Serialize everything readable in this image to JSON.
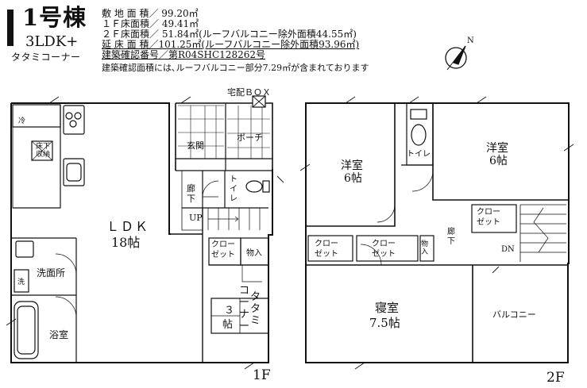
{
  "header": {
    "building": "1号棟",
    "layout": "3LDK+",
    "subtitle": "タタミコーナー",
    "site_area": "敷 地 面 積／  99.20㎡",
    "floor1_area": "１Ｆ床面積／  49.41㎡",
    "floor2_area": "２Ｆ床面積／  51.84㎡(ルーフバルコニー除外面積44.55㎡)",
    "total_area": "延 床 面 積／101.25㎡(ルーフバルコニー除外面積93.96㎡)",
    "permit": "建築確認番号／第R04SHC128262号",
    "note": "建築確認面積には､ルーフバルコニー部分7.29㎡が含まれております"
  },
  "compass": {
    "label": "N"
  },
  "floor1": {
    "floor_label": "1F",
    "delivery_box": "宅配ＢＯＸ",
    "ldk": "ＬＤＫ",
    "ldk_size": "18帖",
    "entrance": "玄関",
    "porch": "ポーチ",
    "hall_a": "廊",
    "hall_b": "下",
    "toilet_a": "ト",
    "toilet_b": "イ",
    "toilet_c": "レ",
    "up": "UP",
    "closet_a": "クロー",
    "closet_b": "ゼット",
    "storage": "物入",
    "washroom": "洗面所",
    "bath": "浴室",
    "tatami_v1": "コ",
    "tatami_v2": "ー",
    "tatami_v3": "ナ",
    "tatami_v4": "ー",
    "tatami_t1": "タ",
    "tatami_t2": "タ",
    "tatami_t3": "ミ",
    "tatami_size_a": "３",
    "tatami_size_b": "帖",
    "fridge": "冷",
    "underfloor_a": "床下",
    "underfloor_b": "収納",
    "washer": "洗"
  },
  "floor2": {
    "floor_label": "2F",
    "western1": "洋室",
    "western1_size": "6帖",
    "western2": "洋室",
    "western2_size": "6帖",
    "toilet": "トイレ",
    "hall_a": "廊",
    "hall_b": "下",
    "closet_a": "クロー",
    "closet_b": "ゼット",
    "storage": "物入",
    "dn": "DN",
    "bedroom": "寝室",
    "bedroom_size": "7.5帖",
    "balcony": "バルコニー"
  }
}
